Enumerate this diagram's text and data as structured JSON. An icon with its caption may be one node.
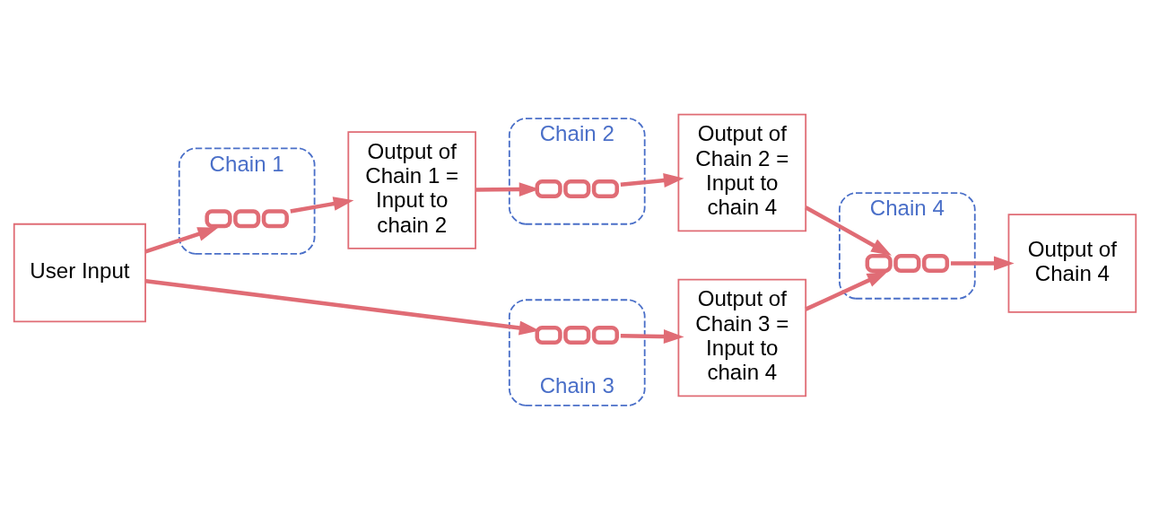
{
  "diagram": {
    "nodes": [
      {
        "text": [
          "Chain 1"
        ]
      },
      {
        "text": [],
        "shape": "picture",
        "in": 0
      },
      {
        "text": [
          "Chain 2"
        ]
      },
      {
        "text": [],
        "shape": "picture",
        "in": 2
      },
      {
        "text": [
          "Chain 4"
        ]
      },
      {
        "text": [],
        "shape": "picture",
        "in": 4
      },
      {
        "text": [
          "Chain 3"
        ]
      },
      {
        "text": [],
        "shape": "picture",
        "in": 6
      },
      {
        "text": [
          "User Input"
        ]
      },
      {
        "text": [
          "Output of Chain 1 = Input to chain 2"
        ]
      },
      {
        "text": [
          "Output of Chain 2 = Input to chain 4"
        ]
      },
      {
        "text": [
          "Output of Chain 3 = Input to chain 4"
        ]
      },
      {
        "text": [
          "Output of Chain 4"
        ]
      }
    ],
    "edges": [
      {
        "from": 8,
        "to": 1,
        "arrow": "to"
      },
      {
        "from": 1,
        "to": 9,
        "arrow": "to"
      },
      {
        "from": 9,
        "to": 3,
        "arrow": "to"
      },
      {
        "from": 3,
        "to": 10,
        "arrow": "to"
      },
      {
        "from": 10,
        "to": 5,
        "arrow": "to"
      },
      {
        "from": 11,
        "to": 5,
        "arrow": "to"
      },
      {
        "from": 5,
        "to": 12,
        "arrow": "to"
      },
      {
        "from": 8,
        "to": 7,
        "arrow": "to"
      },
      {
        "from": 7,
        "to": 11,
        "arrow": "to"
      }
    ]
  }
}
